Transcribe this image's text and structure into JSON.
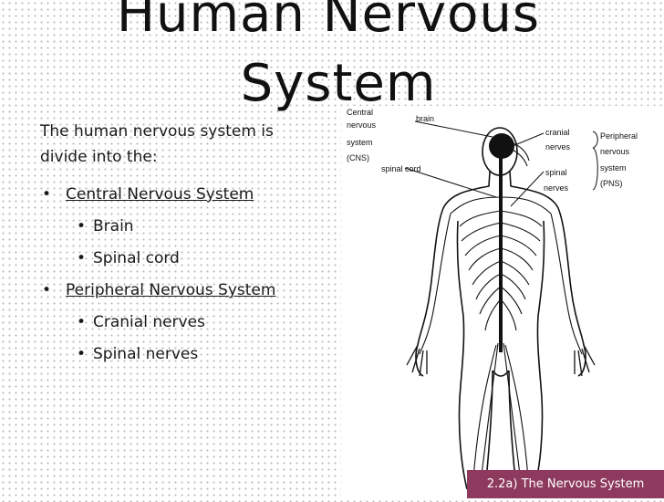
{
  "slide": {
    "title_line1": "Human Nervous",
    "title_line2": "System",
    "intro": "The human nervous system is divide into the:",
    "bullets": [
      {
        "label": "Central Nervous System"
      },
      {
        "label": "Brain"
      },
      {
        "label": "Spinal cord"
      },
      {
        "label": "Peripheral Nervous System"
      },
      {
        "label": "Cranial nerves"
      },
      {
        "label": "Spinal nerves"
      }
    ],
    "badge": "2.2a) The Nervous System"
  },
  "diagram": {
    "labels": {
      "cns_1": "Central",
      "cns_2": "nervous",
      "cns_3": "system",
      "cns_4": "(CNS)",
      "brain": "brain",
      "spinal_cord": "spinal cord",
      "cranial_1": "cranial",
      "cranial_2": "nerves",
      "spinal_1": "spinal",
      "spinal_2": "nerves",
      "pns_1": "Peripheral",
      "pns_2": "nervous",
      "pns_3": "system",
      "pns_4": "(PNS)"
    }
  },
  "colors": {
    "badge": "#8e3a5e"
  }
}
